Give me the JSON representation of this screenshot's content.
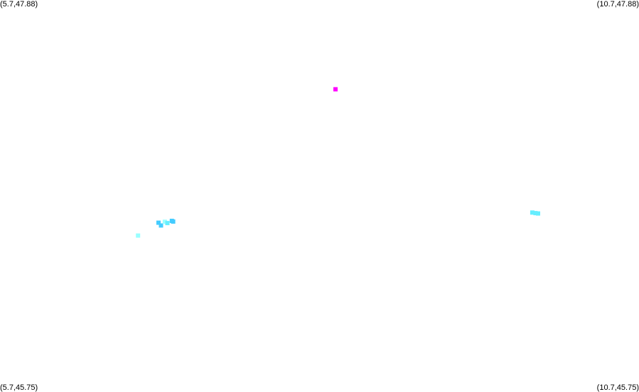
{
  "corners": {
    "top_left": "(5.7,47.88)",
    "top_right": "(10.7,47.88)",
    "bottom_left": "(5.7,45.75)",
    "bottom_right": "(10.7,45.75)"
  },
  "extent": {
    "lon_min": 5.7,
    "lon_max": 10.7,
    "lat_min": 45.75,
    "lat_max": 47.88
  },
  "colors": {
    "background": "#ffffff",
    "highlight": "#ff00ff",
    "cyan_light": "#99ffff",
    "cyan_mid": "#66eeff",
    "cyan_dark": "#44ccff"
  },
  "markers": [
    {
      "id": "marker-magenta",
      "lon": 8.325,
      "lat": 47.395,
      "color": "#ff00ff"
    },
    {
      "id": "marker-west-1",
      "lon": 6.78,
      "lat": 46.6,
      "color": "#99ffff"
    },
    {
      "id": "marker-west-2",
      "lon": 6.94,
      "lat": 46.67,
      "color": "#44ccff"
    },
    {
      "id": "marker-west-3",
      "lon": 6.96,
      "lat": 46.655,
      "color": "#44ccff"
    },
    {
      "id": "marker-west-4",
      "lon": 6.99,
      "lat": 46.675,
      "color": "#99ffff"
    },
    {
      "id": "marker-west-5",
      "lon": 7.01,
      "lat": 46.668,
      "color": "#66eeff"
    },
    {
      "id": "marker-west-6",
      "lon": 7.045,
      "lat": 46.68,
      "color": "#44ccff"
    },
    {
      "id": "marker-west-7",
      "lon": 7.055,
      "lat": 46.676,
      "color": "#44ccff"
    },
    {
      "id": "marker-east-1",
      "lon": 9.865,
      "lat": 46.725,
      "color": "#66eeff"
    },
    {
      "id": "marker-east-2",
      "lon": 9.89,
      "lat": 46.722,
      "color": "#66eeff"
    },
    {
      "id": "marker-east-3",
      "lon": 9.91,
      "lat": 46.72,
      "color": "#66eeff"
    }
  ]
}
